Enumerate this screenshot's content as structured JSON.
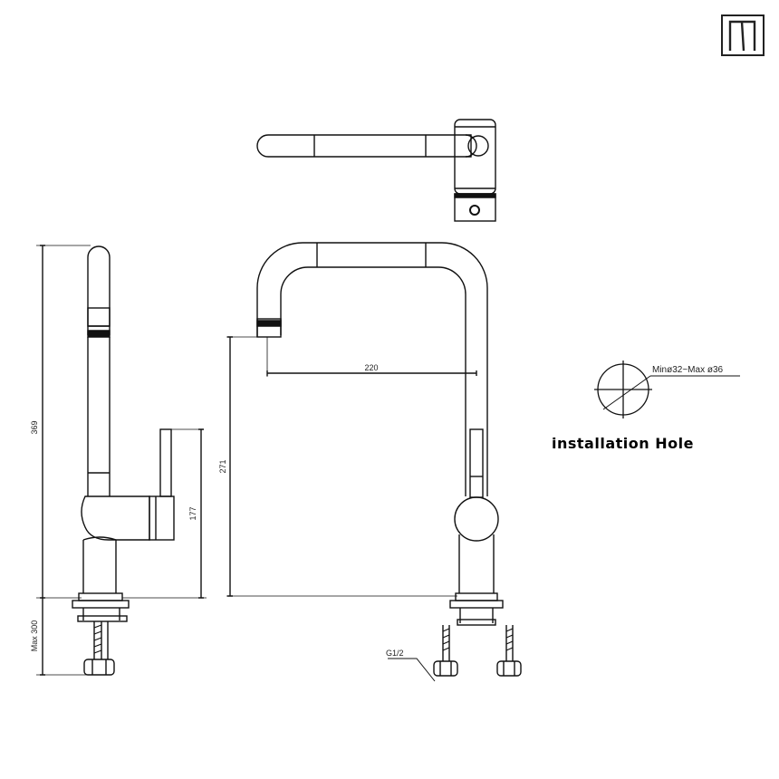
{
  "brand": {
    "logo_icon": "brand-monogram-icon"
  },
  "dimensions": {
    "total_height": "369",
    "lever_height": "177",
    "spout_height": "271",
    "spout_reach": "220",
    "max_deck": "Max 300",
    "connection": "G1/2"
  },
  "installation_hole": {
    "title": "installation Hole",
    "spec": "Minø32~Max ø36"
  },
  "colors": {
    "line": "#1a1a1a",
    "background": "#ffffff"
  }
}
